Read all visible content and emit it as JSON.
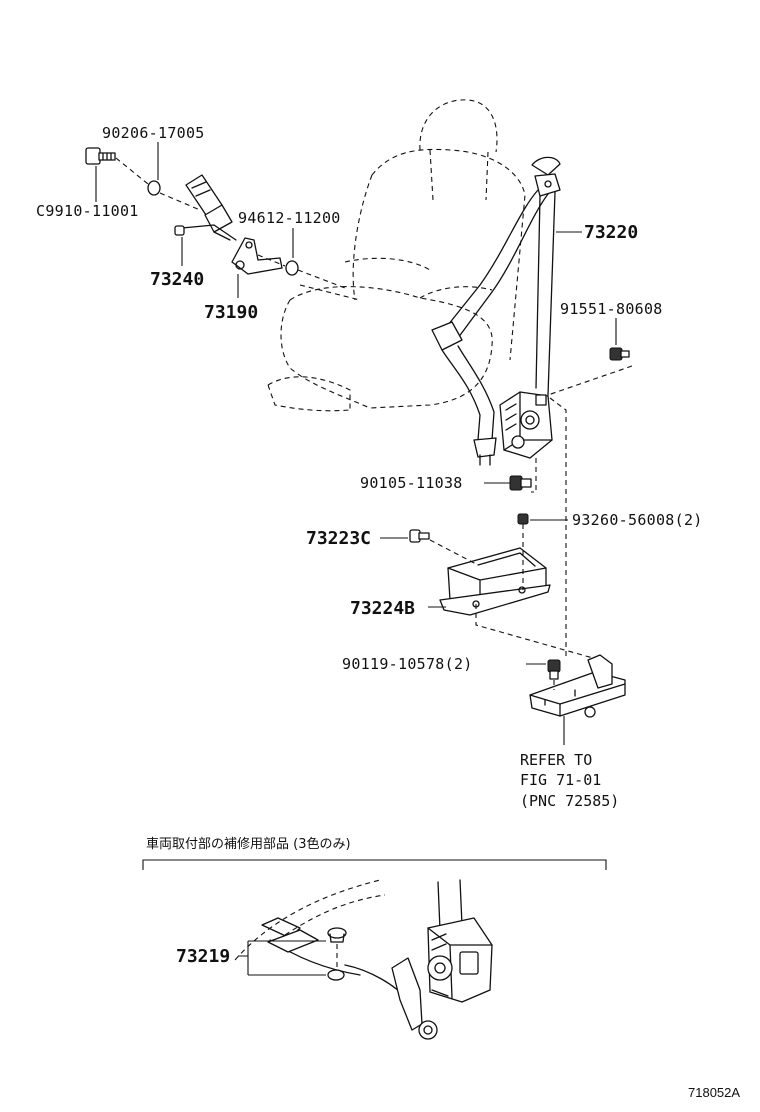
{
  "parts": {
    "p90206": "90206-17005",
    "c9910": "C9910-11001",
    "p94612": "94612-11200",
    "p73240": "73240",
    "p73190": "73190",
    "p73220": "73220",
    "p91551": "91551-80608",
    "p90105": "90105-11038",
    "p93260": "93260-56008(2)",
    "p73223c": "73223C",
    "p73224b": "73224B",
    "p90119": "90119-10578(2)",
    "p73219": "73219"
  },
  "refer": {
    "line1": "REFER TO",
    "line2": "FIG 71-01",
    "line3": "(PNC 72585)"
  },
  "section_note": "車両取付部の補修用部品 (3色のみ)",
  "figure_id": "718052A"
}
